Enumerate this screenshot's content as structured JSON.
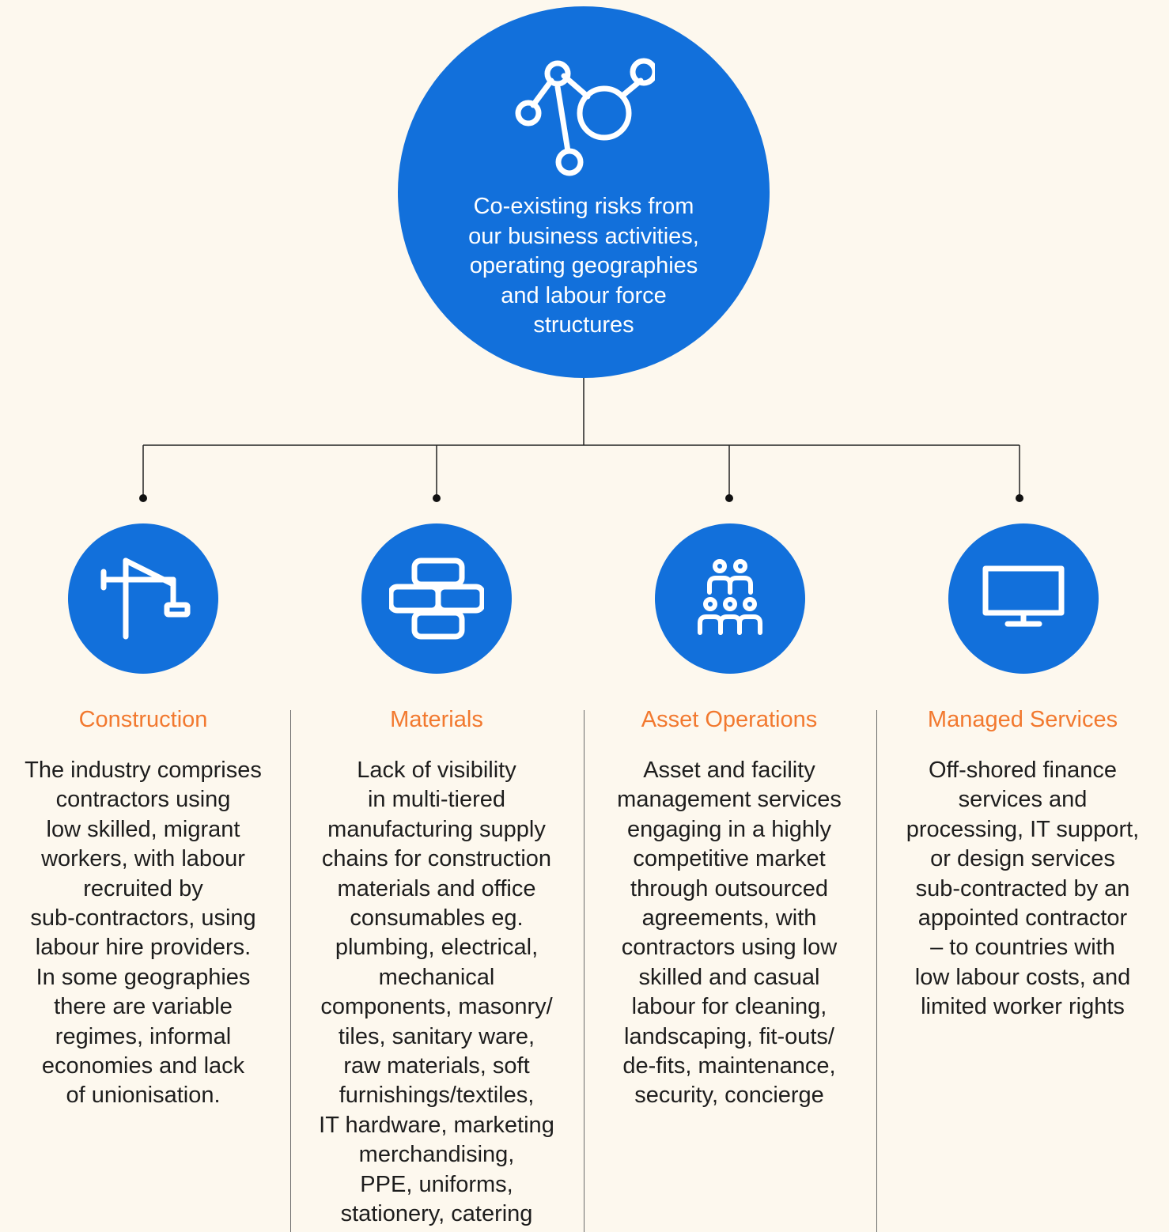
{
  "center": {
    "text": "Co-existing risks from\nour business activities,\noperating geographies\nand labour force\nstructures",
    "icon": "network-nodes-icon"
  },
  "categories": [
    {
      "title": "Construction",
      "icon": "crane-icon",
      "body": "The industry comprises\ncontractors using\nlow skilled, migrant\nworkers, with labour\nrecruited by\nsub-contractors, using\nlabour hire providers.\nIn some geographies\nthere are variable\nregimes, informal\neconomies and lack\nof unionisation."
    },
    {
      "title": "Materials",
      "icon": "bricks-icon",
      "body": "Lack of visibility\nin multi-tiered\nmanufacturing supply\nchains for construction\nmaterials and office\nconsumables eg.\nplumbing, electrical,\nmechanical\ncomponents, masonry/\ntiles, sanitary ware,\nraw materials, soft\nfurnishings/textiles,\nIT hardware, marketing\nmerchandising,\nPPE, uniforms,\nstationery, catering"
    },
    {
      "title": "Asset Operations",
      "icon": "people-group-icon",
      "body": "Asset and facility\nmanagement services\nengaging in a highly\ncompetitive market\nthrough outsourced\nagreements, with\ncontractors using low\nskilled and casual\nlabour for cleaning,\nlandscaping, fit-outs/\nde-fits, maintenance,\nsecurity, concierge"
    },
    {
      "title": "Managed Services",
      "icon": "monitor-icon",
      "body": "Off-shored finance\nservices and\nprocessing, IT support,\nor design services\nsub-contracted by an\nappointed contractor\n– to countries with\nlow labour costs, and\nlimited worker rights"
    }
  ],
  "colors": {
    "background": "#FDF8EE",
    "circle": "#1270DB",
    "title_accent": "#F2792F",
    "text": "#1d1d1d",
    "line": "#222222"
  }
}
